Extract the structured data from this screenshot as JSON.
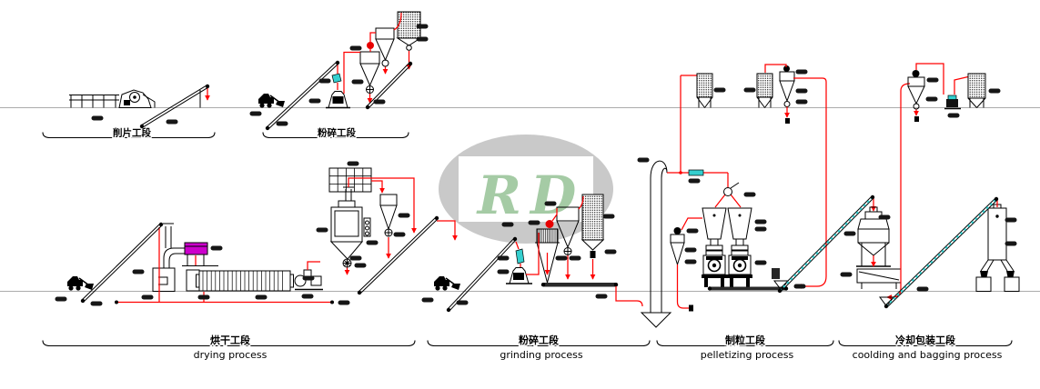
{
  "logo": {
    "text": "RD"
  },
  "colors": {
    "flow_line": "#ff0000",
    "conveyor_accent": "#35cfcf",
    "feeder_magenta": "#cc00cc",
    "logo_green": "#a5cba5",
    "logo_gray": "#c9c9c9",
    "ground_line": "#ababab"
  },
  "sections": {
    "chipping": {
      "label": "削片工段"
    },
    "crushing": {
      "label": "粉碎工段"
    },
    "drying": {
      "label": "烘干工段",
      "sublabel": "drying process"
    },
    "grinding": {
      "label": "粉碎工段",
      "sublabel": "grinding process"
    },
    "pelletizing": {
      "label": "制粒工段",
      "sublabel": "pelletizing process"
    },
    "cooling": {
      "label": "冷却包装工段",
      "sublabel": "coolding and bagging process"
    }
  }
}
